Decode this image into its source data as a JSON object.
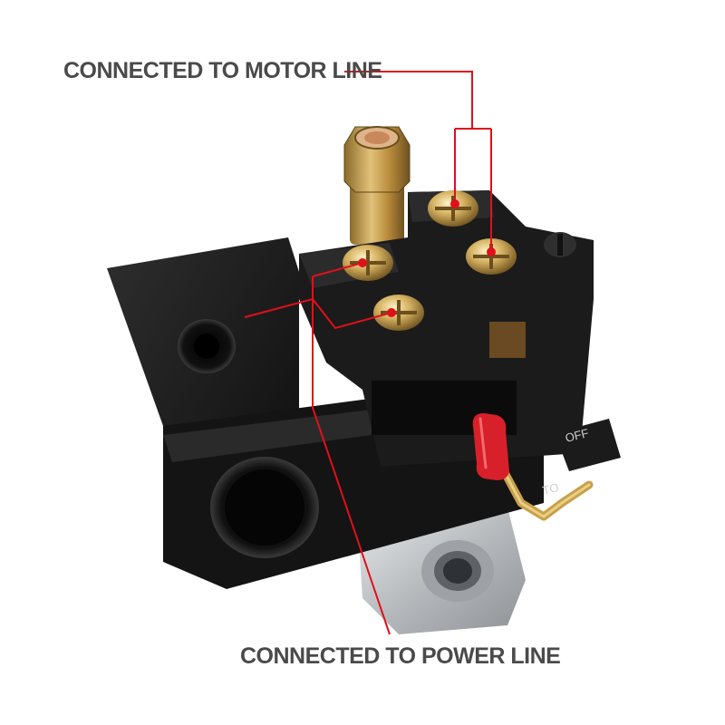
{
  "callouts": {
    "motor_line": "CONNECTED TO MOTOR LINE",
    "power_line": "CONNECTED TO POWER LINE"
  },
  "switch_labels": {
    "off": "OFF",
    "to": "TO"
  },
  "colors": {
    "leader_line": "#e0101b",
    "callout_text": "#4a4a4a",
    "switch_body": "#1a1a1a",
    "lever_tip": "#d8202a",
    "brass": "#c9a04a",
    "metal_base": "#c9cccf"
  }
}
